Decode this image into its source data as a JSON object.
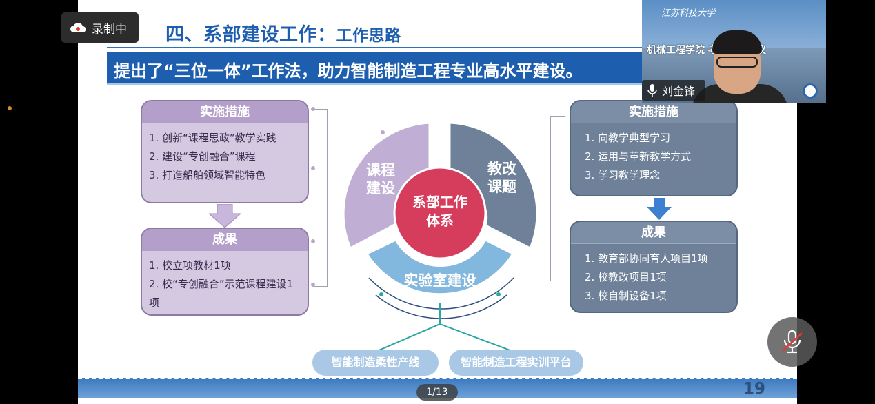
{
  "recording": {
    "label": "录制中"
  },
  "slide": {
    "heading": {
      "main": "四、系部建设工作：",
      "sub": "工作思路"
    },
    "banner": "提出了“三位一体”工作法，助力智能制造工程专业高水平建设。",
    "left_measures": {
      "title": "实施措施",
      "items": [
        "1. 创新“课程思政”教学实践",
        "2. 建设“专创融合”课程",
        "3. 打造船舶领域智能特色"
      ]
    },
    "left_results": {
      "title": "成果",
      "items": [
        "1. 校立项教材1项",
        "2. 校“专创融合”示范课程建设1项"
      ]
    },
    "right_measures": {
      "title": "实施措施",
      "items": [
        "1. 向教学典型学习",
        "2. 运用与革新教学方式",
        "3. 学习教学理念"
      ]
    },
    "right_results": {
      "title": "成果",
      "items": [
        "1. 教育部协同育人项目1项",
        "2. 校教改项目1项",
        "3. 校自制设备1项"
      ]
    },
    "center": {
      "core": "系部工作体系",
      "segment_left": "课程建设",
      "segment_right": "教改课题",
      "segment_bottom": "实验室建设"
    },
    "pills": [
      "智能制造柔性产线",
      "智能制造工程实训平台"
    ],
    "page_number": "19",
    "colors": {
      "accent": "#1d5fae",
      "purple": "#b49fca",
      "slate": "#6e8199",
      "core": "#d63c5c",
      "light_blue": "#a8c8e6"
    }
  },
  "video": {
    "school_logo_text": "江苏科技大学",
    "meeting_title": "机械工程学院 考核工作会议",
    "speaker_name": "刘金锋",
    "mic_icon": "microphone-icon"
  },
  "controls": {
    "mute_icon": "microphone-muted-icon",
    "page_indicator": "1/13"
  }
}
